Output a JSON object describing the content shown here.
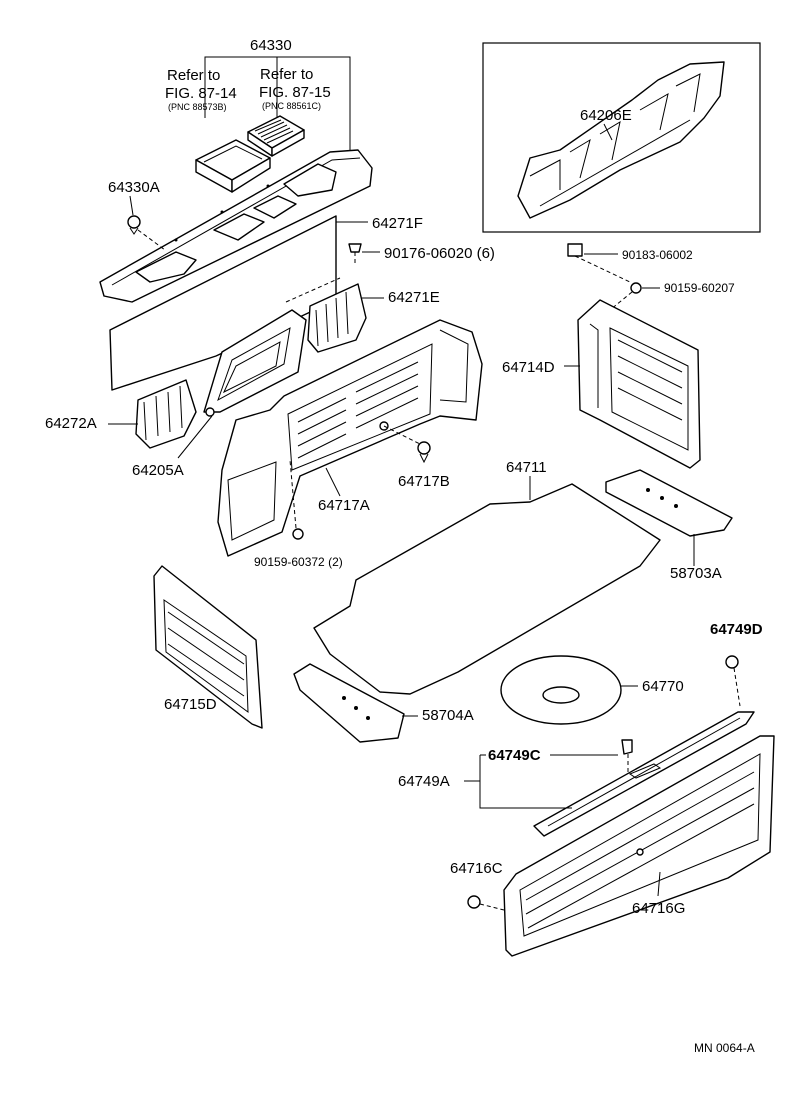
{
  "labels": {
    "p64330": "64330",
    "refer1_l1": "Refer to",
    "refer1_l2": "FIG. 87-14",
    "refer1_l3": "(PNC 88573B)",
    "refer2_l1": "Refer to",
    "refer2_l2": "FIG. 87-15",
    "refer2_l3": "(PNC 88561C)",
    "p64330A": "64330A",
    "p64271F": "64271F",
    "p90176": "90176-06020 (6)",
    "p64271E": "64271E",
    "p64272A": "64272A",
    "p64205A": "64205A",
    "p64717A": "64717A",
    "p64717B": "64717B",
    "p90159_60372": "90159-60372 (2)",
    "p64206E": "64206E",
    "p90183": "90183-06002",
    "p90159_60207": "90159-60207",
    "p64714D": "64714D",
    "p64711": "64711",
    "p58703A": "58703A",
    "p64715D": "64715D",
    "p58704A": "58704A",
    "p64749D": "64749D",
    "p64770": "64770",
    "p64749C": "64749C",
    "p64749A": "64749A",
    "p64716C": "64716C",
    "p64716G": "64716G",
    "code": "MN  0064-A"
  }
}
